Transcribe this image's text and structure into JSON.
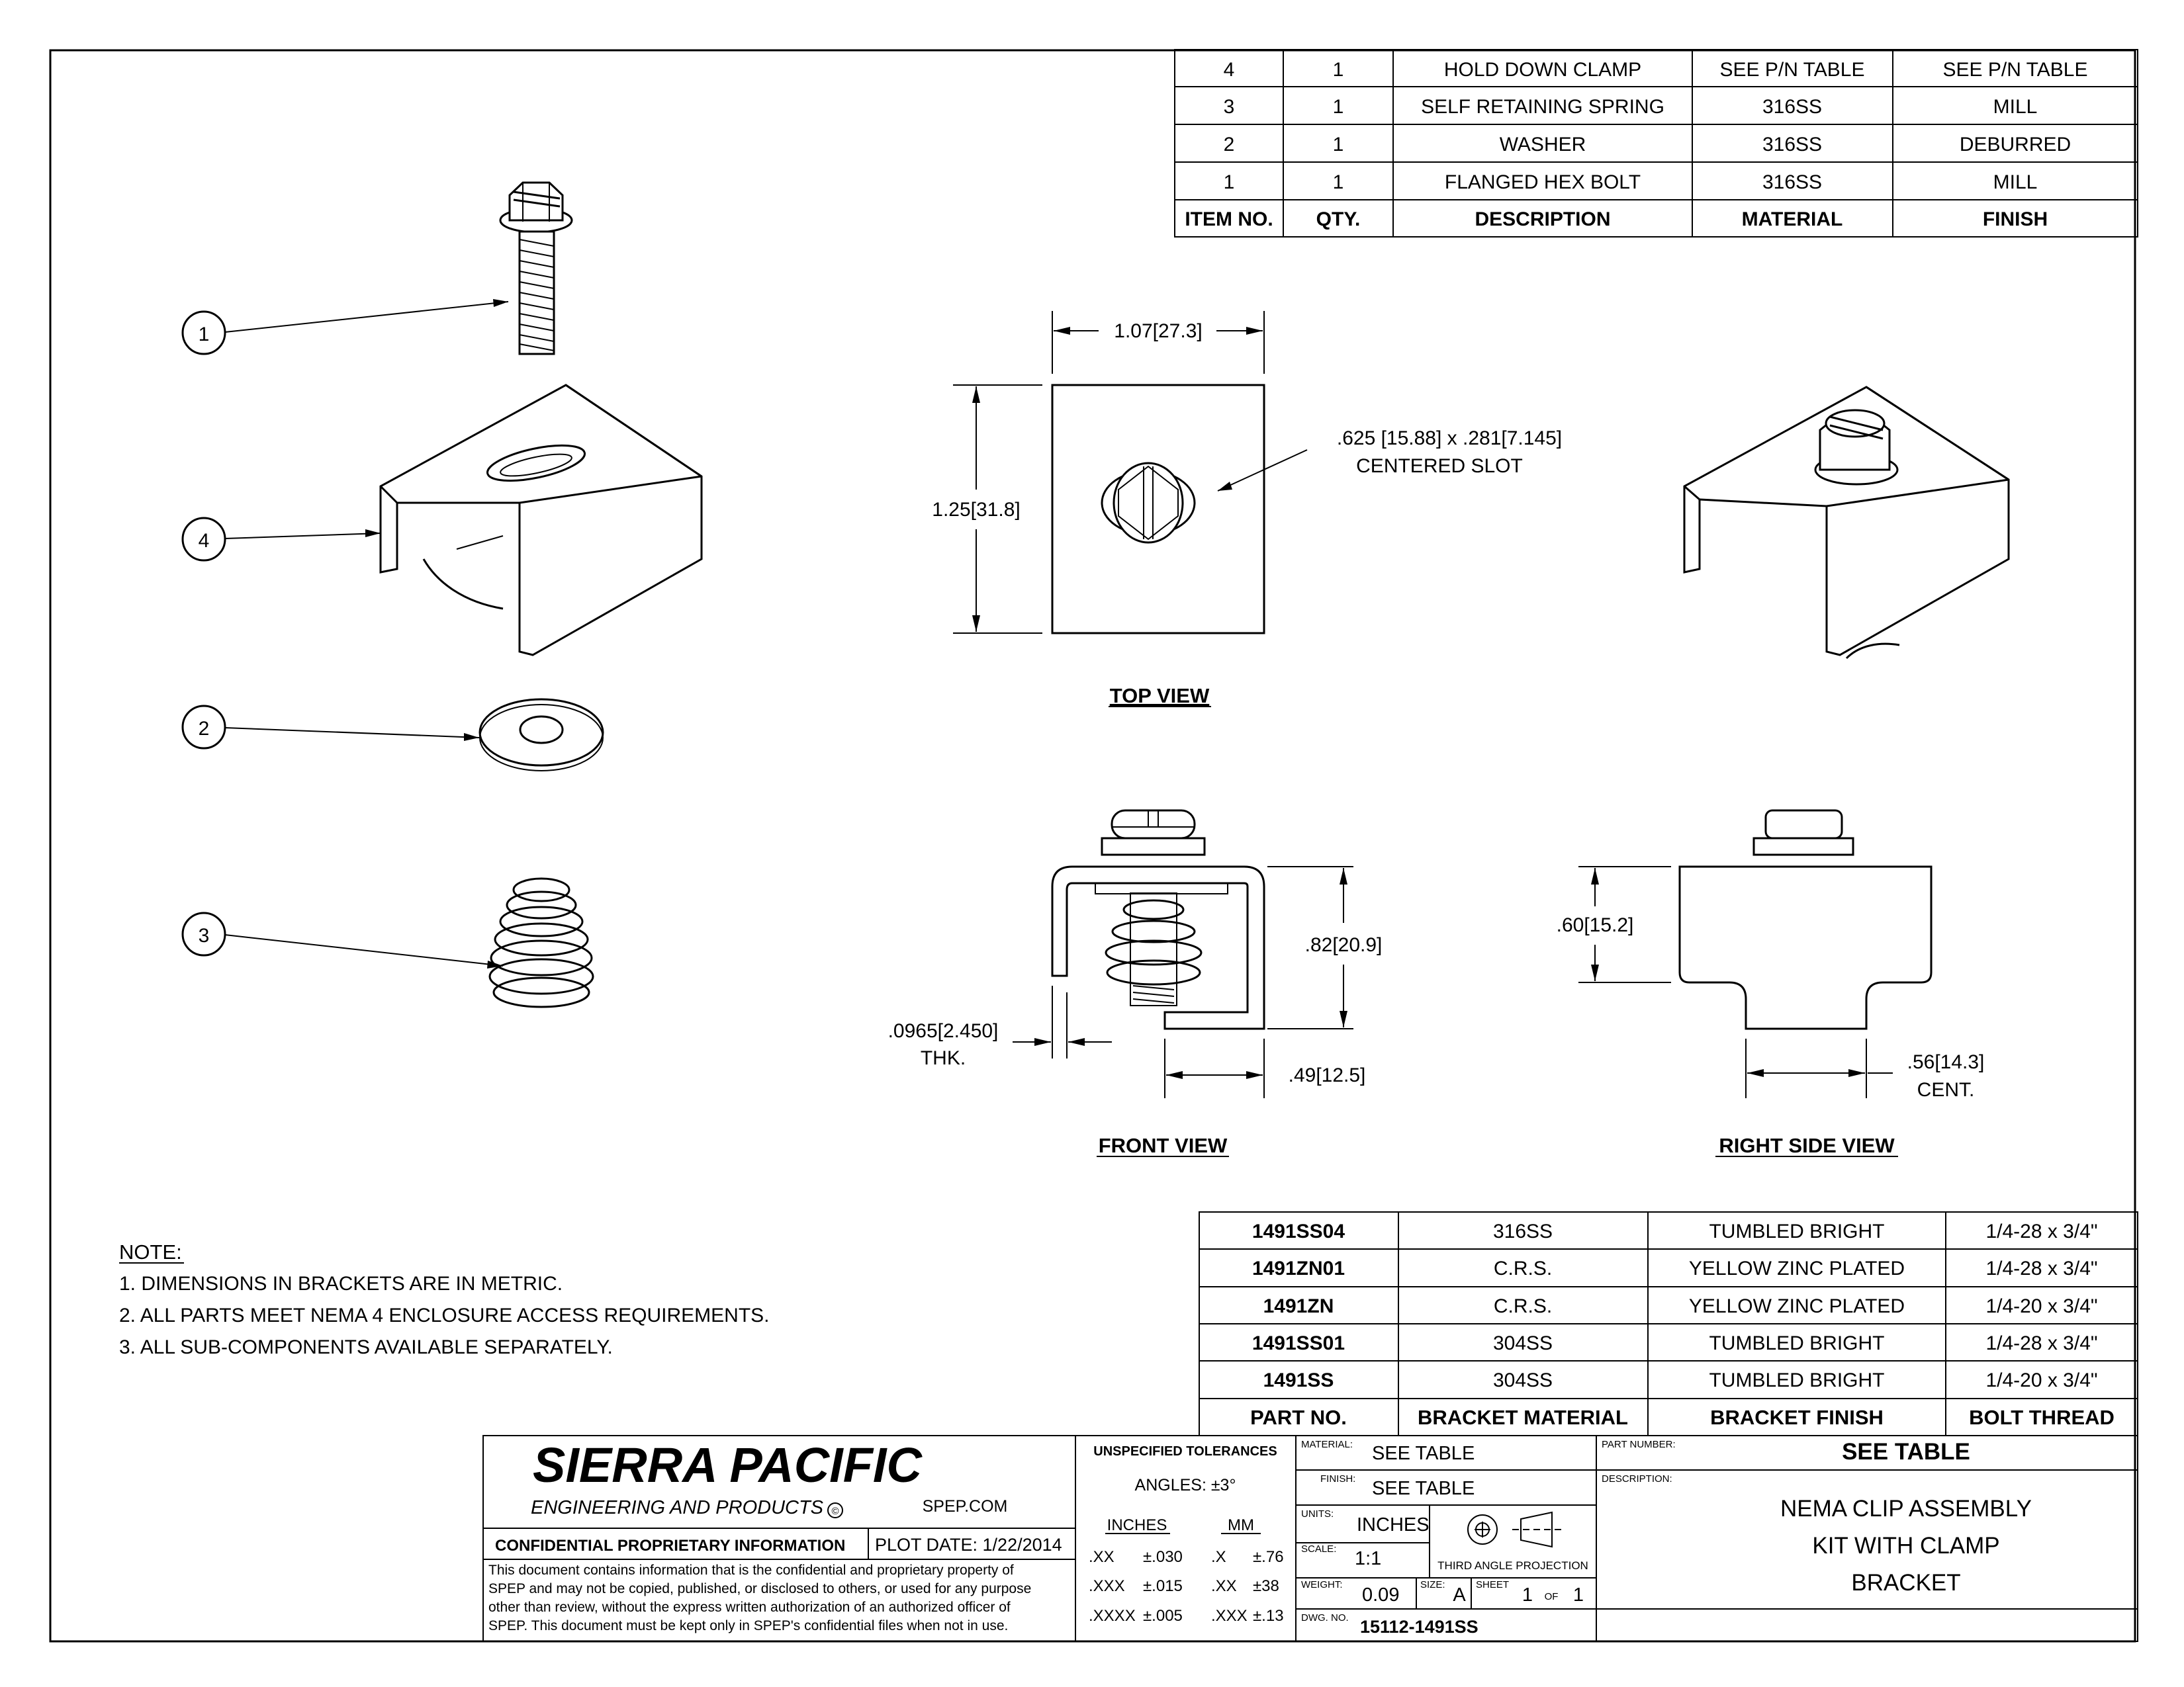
{
  "bom": {
    "headers": [
      "ITEM NO.",
      "QTY.",
      "DESCRIPTION",
      "MATERIAL",
      "FINISH"
    ],
    "rows": [
      [
        "4",
        "1",
        "HOLD DOWN CLAMP",
        "SEE P/N TABLE",
        "SEE P/N TABLE"
      ],
      [
        "3",
        "1",
        "SELF RETAINING SPRING",
        "316SS",
        "MILL"
      ],
      [
        "2",
        "1",
        "WASHER",
        "316SS",
        "DEBURRED"
      ],
      [
        "1",
        "1",
        "FLANGED HEX BOLT",
        "316SS",
        "MILL"
      ]
    ]
  },
  "balloons": [
    "1",
    "4",
    "2",
    "3"
  ],
  "top_view": {
    "title": "TOP VIEW",
    "dim_width": "1.07[27.3]",
    "dim_height": "1.25[31.8]",
    "slot_line1": ".625 [15.88] x .281[7.145]",
    "slot_line2": "CENTERED SLOT"
  },
  "front_view": {
    "title": "FRONT VIEW",
    "dim_height": ".82[20.9]",
    "dim_thk_line1": ".0965[2.450]",
    "dim_thk_line2": "THK.",
    "dim_width": ".49[12.5]"
  },
  "right_view": {
    "title": "RIGHT SIDE VIEW",
    "dim_height": ".60[15.2]",
    "dim_cent_line1": ".56[14.3]",
    "dim_cent_line2": "CENT."
  },
  "notes": {
    "title": "NOTE:",
    "items": [
      "1.  DIMENSIONS IN BRACKETS ARE IN METRIC.",
      "2.  ALL PARTS MEET NEMA 4 ENCLOSURE ACCESS REQUIREMENTS.",
      "3.  ALL SUB-COMPONENTS AVAILABLE SEPARATELY."
    ]
  },
  "pn_table": {
    "headers": [
      "PART NO.",
      "BRACKET MATERIAL",
      "BRACKET FINISH",
      "BOLT THREAD"
    ],
    "rows": [
      [
        "1491SS04",
        "316SS",
        "TUMBLED BRIGHT",
        "1/4-28 x 3/4\""
      ],
      [
        "1491ZN01",
        "C.R.S.",
        "YELLOW ZINC PLATED",
        "1/4-28 x 3/4\""
      ],
      [
        "1491ZN",
        "C.R.S.",
        "YELLOW ZINC PLATED",
        "1/4-20 x 3/4\""
      ],
      [
        "1491SS01",
        "304SS",
        "TUMBLED BRIGHT",
        "1/4-28 x 3/4\""
      ],
      [
        "1491SS",
        "304SS",
        "TUMBLED BRIGHT",
        "1/4-20 x 3/4\""
      ]
    ]
  },
  "title_block": {
    "company": "SIERRA PACIFIC",
    "tagline": "ENGINEERING AND PRODUCTS",
    "copyright": "©",
    "website": "SPEP.COM",
    "confidential": "CONFIDENTIAL PROPRIETARY INFORMATION",
    "plot_date": "PLOT DATE:  1/22/2014",
    "disclaimer": [
      "This document contains information that is the confidential and proprietary property of",
      "SPEP and may not be copied, published, or disclosed to others, or used for any purpose",
      "other than review, without the express written authorization of an authorized officer of",
      "SPEP. This document must be kept only in SPEP's confidential files when not in use."
    ],
    "tolerances_title": "UNSPECIFIED TOLERANCES",
    "angles": "ANGLES:  ±3°",
    "inches_label": "INCHES",
    "mm_label": "MM",
    "tol_rows": [
      [
        ".XX",
        "±.030",
        ".X",
        "±.76"
      ],
      [
        ".XXX",
        "±.015",
        ".XX",
        "±38"
      ],
      [
        ".XXXX",
        "±.005",
        ".XXX",
        "±.13"
      ]
    ],
    "material_label": "MATERIAL:",
    "material_value": "SEE TABLE",
    "finish_label": "FINISH:",
    "finish_value": "SEE TABLE",
    "units_label": "UNITS:",
    "units_value": "INCHES",
    "projection_label": "THIRD ANGLE PROJECTION",
    "scale_label": "SCALE:",
    "scale_value": "1:1",
    "weight_label": "WEIGHT:",
    "weight_value": "0.09",
    "size_label": "SIZE:",
    "size_value": "A",
    "sheet_label": "SHEET",
    "sheet_value": "1",
    "of_label": "OF",
    "of_value": "1",
    "dwg_label": "DWG. NO.",
    "dwg_value": "15112-1491SS",
    "part_number_label": "PART NUMBER:",
    "part_number_value": "SEE TABLE",
    "description_label": "DESCRIPTION:",
    "description_lines": [
      "NEMA CLIP ASSEMBLY",
      "KIT WITH CLAMP",
      "BRACKET"
    ]
  }
}
